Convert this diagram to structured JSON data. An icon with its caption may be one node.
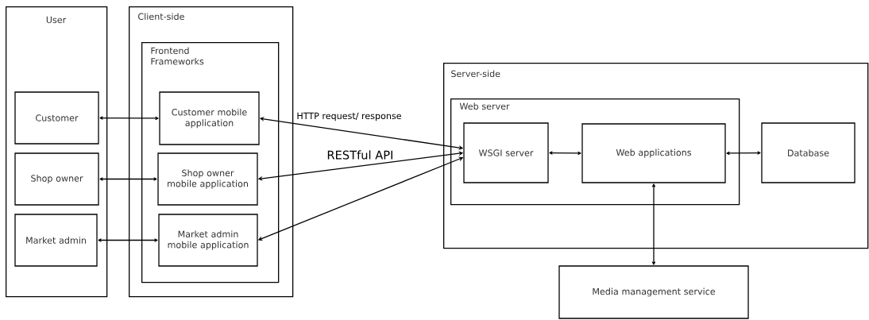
{
  "diagram": {
    "nodes": [
      {
        "text": [
          "User"
        ]
      },
      {
        "text": [
          "Customer"
        ],
        "in": 0
      },
      {
        "text": [
          "Shop owner"
        ],
        "in": 0
      },
      {
        "text": [
          "Market admin"
        ],
        "in": 0
      },
      {
        "text": [
          "Client-side"
        ]
      },
      {
        "text": [
          "Frontend Frameworks"
        ],
        "in": 4
      },
      {
        "text": [
          "Customer mobile application"
        ],
        "in": 5
      },
      {
        "text": [
          "Shop owner mobile application"
        ],
        "in": 5
      },
      {
        "text": [
          "Market admin mobile application"
        ],
        "in": 5
      },
      {
        "text": [
          "Server-side"
        ]
      },
      {
        "text": [
          "Web server"
        ],
        "in": 9
      },
      {
        "text": [
          "WSGI server"
        ],
        "in": 10
      },
      {
        "text": [
          "Web applications"
        ],
        "in": 10
      },
      {
        "text": [
          "Database"
        ],
        "in": 9
      },
      {
        "text": [
          "Media management service"
        ]
      }
    ],
    "edges": [
      {
        "from": 1,
        "to": 6,
        "arrow": "both"
      },
      {
        "from": 2,
        "to": 7,
        "arrow": "both"
      },
      {
        "from": 3,
        "to": 8,
        "arrow": "both"
      },
      {
        "from": 11,
        "to": 6,
        "arrow": "both"
      },
      {
        "from": 11,
        "to": 7,
        "arrow": "both"
      },
      {
        "from": 11,
        "to": 8,
        "arrow": "both"
      },
      {
        "from": 11,
        "to": 12,
        "arrow": "both"
      },
      {
        "from": 12,
        "to": 13,
        "arrow": "both"
      },
      {
        "from": 12,
        "to": 14,
        "arrow": "both"
      }
    ],
    "labels": [
      "HTTP request/ response",
      "RESTful API"
    ]
  }
}
